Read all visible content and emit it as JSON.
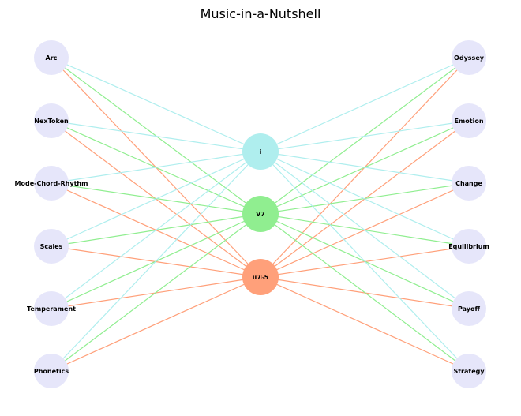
{
  "title": "Music-in-a-Nutshell",
  "colors": {
    "outer_node_fill": "#e6e6fa",
    "edge_i": "#afeeee",
    "edge_v7": "#90ee90",
    "edge_ii75": "#ffa07a"
  },
  "left_nodes": [
    {
      "id": "arc",
      "label": "Arc"
    },
    {
      "id": "nextoken",
      "label": "NexToken"
    },
    {
      "id": "mode-chord-rhythm",
      "label": "Mode-Chord-Rhythm"
    },
    {
      "id": "scales",
      "label": "Scales"
    },
    {
      "id": "temperament",
      "label": "Temperament"
    },
    {
      "id": "phonetics",
      "label": "Phonetics"
    }
  ],
  "hub_nodes": [
    {
      "id": "i",
      "label": "i",
      "color": "#afeeee"
    },
    {
      "id": "v7",
      "label": "V7",
      "color": "#90ee90"
    },
    {
      "id": "ii75",
      "label": "ii7♭5",
      "color": "#ffa07a"
    }
  ],
  "right_nodes": [
    {
      "id": "odyssey",
      "label": "Odyssey"
    },
    {
      "id": "emotion",
      "label": "Emotion"
    },
    {
      "id": "change",
      "label": "Change"
    },
    {
      "id": "equilibrium",
      "label": "Equilibrium"
    },
    {
      "id": "payoff",
      "label": "Payoff"
    },
    {
      "id": "strategy",
      "label": "Strategy"
    }
  ],
  "edges": "all-to-hubs"
}
